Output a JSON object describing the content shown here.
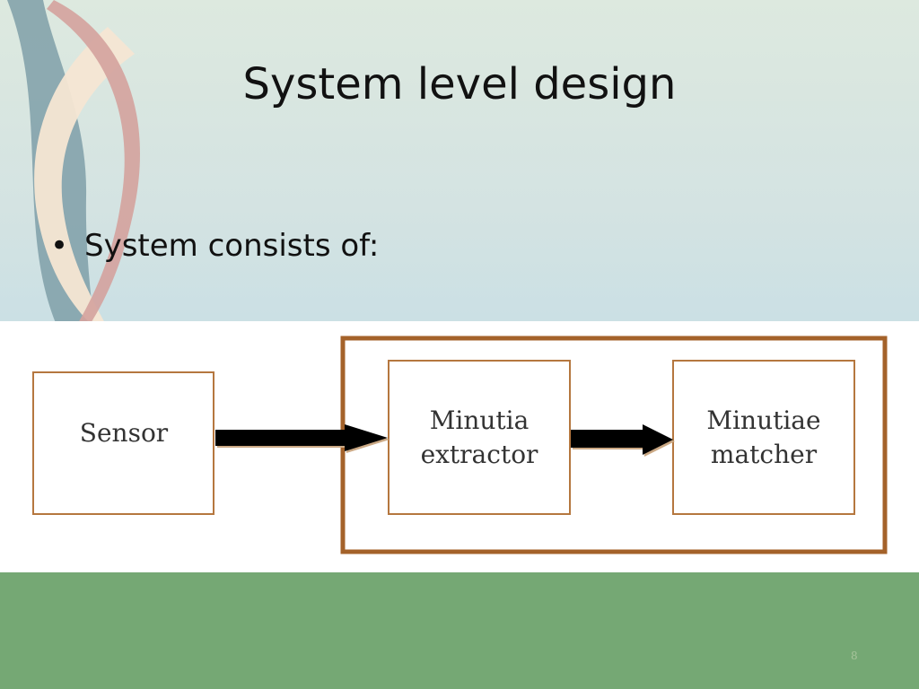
{
  "slide": {
    "title": "System level design",
    "bullets": [
      {
        "marker": "•",
        "text": "System consists of:"
      }
    ],
    "page_number": "8"
  },
  "diagram": {
    "nodes": [
      {
        "id": "sensor",
        "lines": [
          "Sensor"
        ]
      },
      {
        "id": "minutia-extractor",
        "lines": [
          "Minutia",
          "extractor"
        ]
      },
      {
        "id": "minutiae-matcher",
        "lines": [
          "Minutiae",
          "matcher"
        ]
      }
    ],
    "edges": [
      {
        "from": "sensor",
        "to": "minutia-extractor"
      },
      {
        "from": "minutia-extractor",
        "to": "minutiae-matcher"
      }
    ],
    "groups": [
      {
        "id": "processing-group",
        "members": [
          "minutia-extractor",
          "minutiae-matcher"
        ]
      }
    ],
    "colors": {
      "box_border": "#b5773f",
      "group_border": "#a4622a",
      "arrow": "#000000",
      "label": "#333333"
    }
  }
}
